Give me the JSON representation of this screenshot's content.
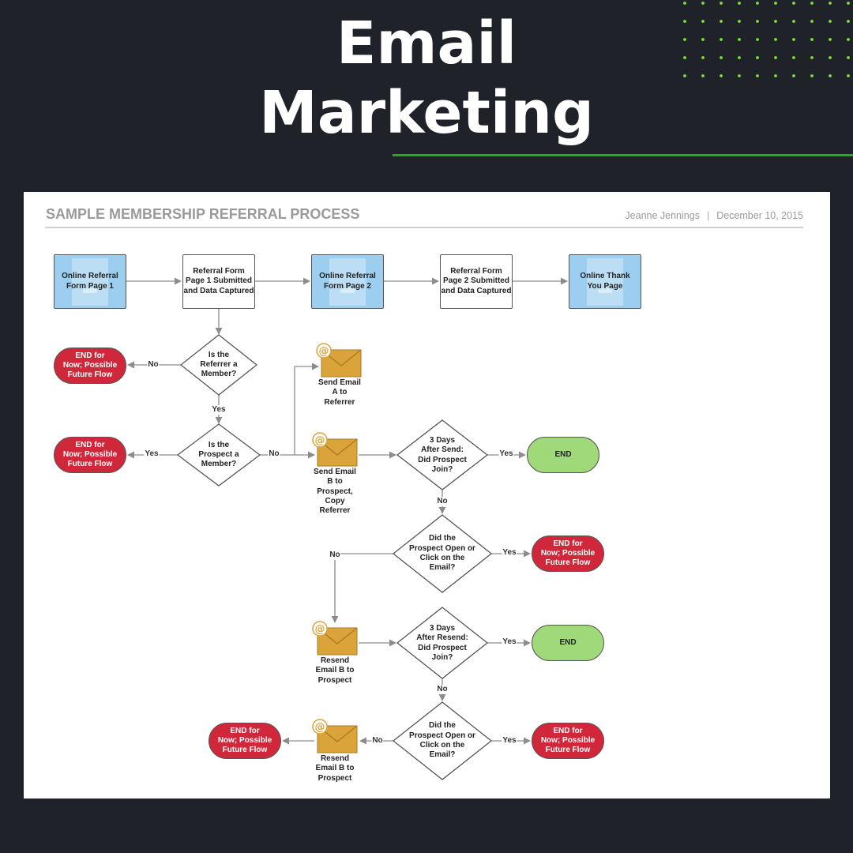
{
  "header": {
    "title_line1": "Email",
    "title_line2": "Marketing"
  },
  "colors": {
    "accent_green": "#19b21e",
    "dot_green": "#7ee03a",
    "page_blue": "#9ccfef",
    "end_red": "#d0283a",
    "end_green": "#9fd97a",
    "envelope_gold": "#dba43a"
  },
  "panel": {
    "title": "SAMPLE MEMBERSHIP REFERRAL PROCESS",
    "author": "Jeanne Jennings",
    "separator": "|",
    "date": "December 10, 2015"
  },
  "nodes": {
    "page1": "Online Referral\nForm Page 1",
    "proc1": "Referral Form\nPage 1 Submitted\nand Data Captured",
    "page2": "Online Referral\nForm Page 2",
    "proc2": "Referral Form\nPage 2 Submitted\nand Data Captured",
    "thanks": "Online Thank\nYou Page",
    "dec_referrer": "Is the\nReferrer a\nMember?",
    "end_referrer": "END for\nNow; Possible\nFuture Flow",
    "dec_prospect": "Is the\nProspect a\nMember?",
    "end_prospect": "END for\nNow; Possible\nFuture Flow",
    "email_a": "Send Email\nA to\nReferrer",
    "email_b": "Send Email\nB to\nProspect,\nCopy\nReferrer",
    "dec_3days_send": "3 Days\nAfter Send:\nDid Prospect\nJoin?",
    "end_green1": "END",
    "dec_open1": "Did the\nProspect Open or\nClick on the\nEmail?",
    "end_open1": "END for\nNow; Possible\nFuture Flow",
    "resend1": "Resend\nEmail B to\nProspect",
    "dec_3days_resend": "3 Days\nAfter Resend:\nDid Prospect\nJoin?",
    "end_green2": "END",
    "dec_open2": "Did the\nProspect Open or\nClick on the\nEmail?",
    "end_open2": "END for\nNow; Possible\nFuture Flow",
    "resend2": "Resend\nEmail B to\nProspect",
    "end_resend2": "END for\nNow; Possible\nFuture Flow"
  },
  "edge_labels": {
    "no_referrer": "No",
    "yes_referrer": "Yes",
    "yes_prospect": "Yes",
    "no_prospect": "No",
    "yes_3days_send": "Yes",
    "no_3days_send": "No",
    "yes_open1": "Yes",
    "no_open1": "No",
    "yes_3days_resend": "Yes",
    "no_3days_resend": "No",
    "yes_open2": "Yes",
    "no_open2": "No"
  }
}
